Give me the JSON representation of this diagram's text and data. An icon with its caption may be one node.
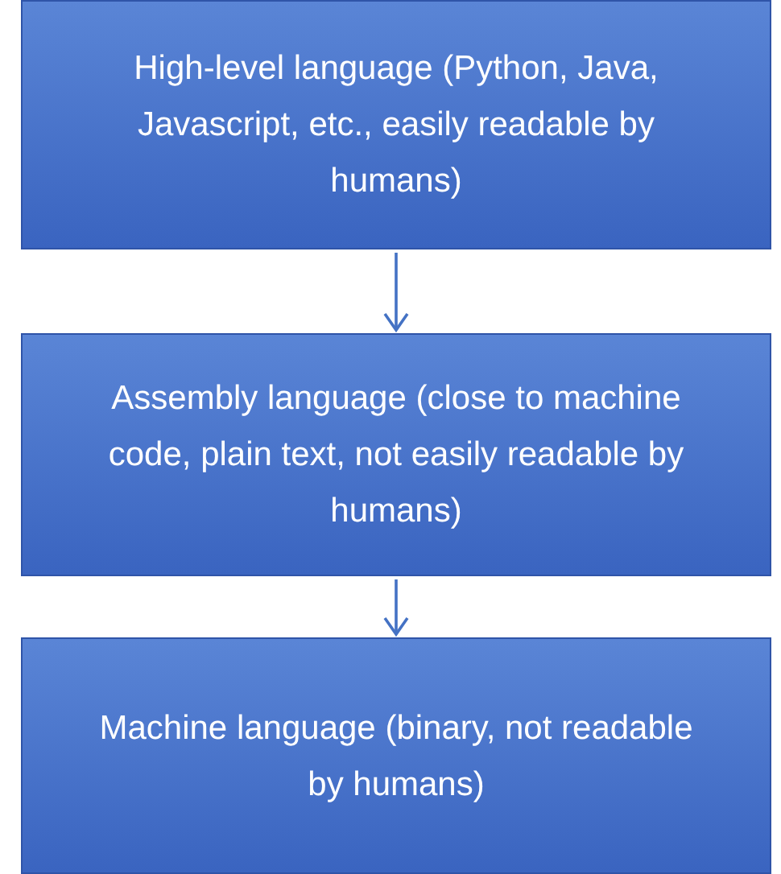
{
  "diagram": {
    "nodes": [
      {
        "text": [
          "High-level language (Python, Java, Javascript, etc., easily readable by humans)"
        ]
      },
      {
        "text": [
          "Assembly language (close to machine code, plain text, not easily readable by humans)"
        ]
      },
      {
        "text": [
          "Machine language (binary, not readable by humans)"
        ]
      }
    ],
    "edges": [
      {
        "from": 0,
        "to": 1,
        "arrow": "to"
      },
      {
        "from": 1,
        "to": 2,
        "arrow": "to"
      }
    ]
  }
}
